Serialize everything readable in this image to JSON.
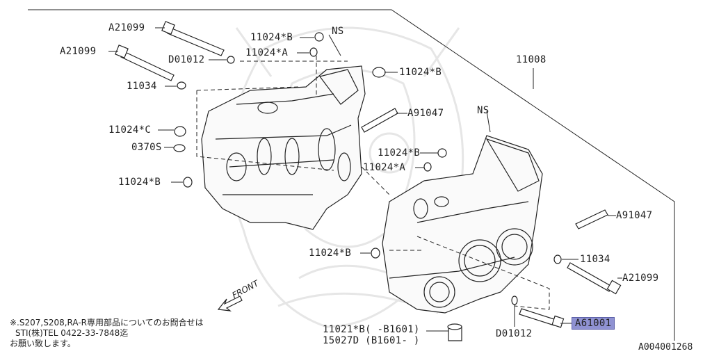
{
  "diagram": {
    "image_code": "A004001268",
    "front_label": "FRONT",
    "callouts": {
      "a21099_top": "A21099",
      "a21099_mid": "A21099",
      "d01012_top": "D01012",
      "p11034_left": "11034",
      "p11024c": "11024*C",
      "p0370s": "0370S",
      "p11024b_left": "11024*B",
      "p11024b_top": "11024*B",
      "p11024a_top": "11024*A",
      "ns_left": "NS",
      "p11024b_right_top": "11024*B",
      "p11008": "11008",
      "ns_right": "NS",
      "a91047_mid": "A91047",
      "p11024b_mid": "11024*B",
      "p11024a_mid": "11024*A",
      "a91047_right": "A91047",
      "p11024b_low": "11024*B",
      "p11034_right": "11034",
      "a21099_right": "A21099",
      "a61001": "A61001",
      "d01012_bottom": "D01012",
      "p11021b": "11021*B( -B1601)",
      "p15027d": "15027D (B1601- )"
    },
    "notes": {
      "line1": "※.S207,S208,RA-R専用部品についてのお問合せは",
      "line2": "STI(株)TEL 0422-33-7848迄",
      "line3": "お願い致します。"
    }
  }
}
